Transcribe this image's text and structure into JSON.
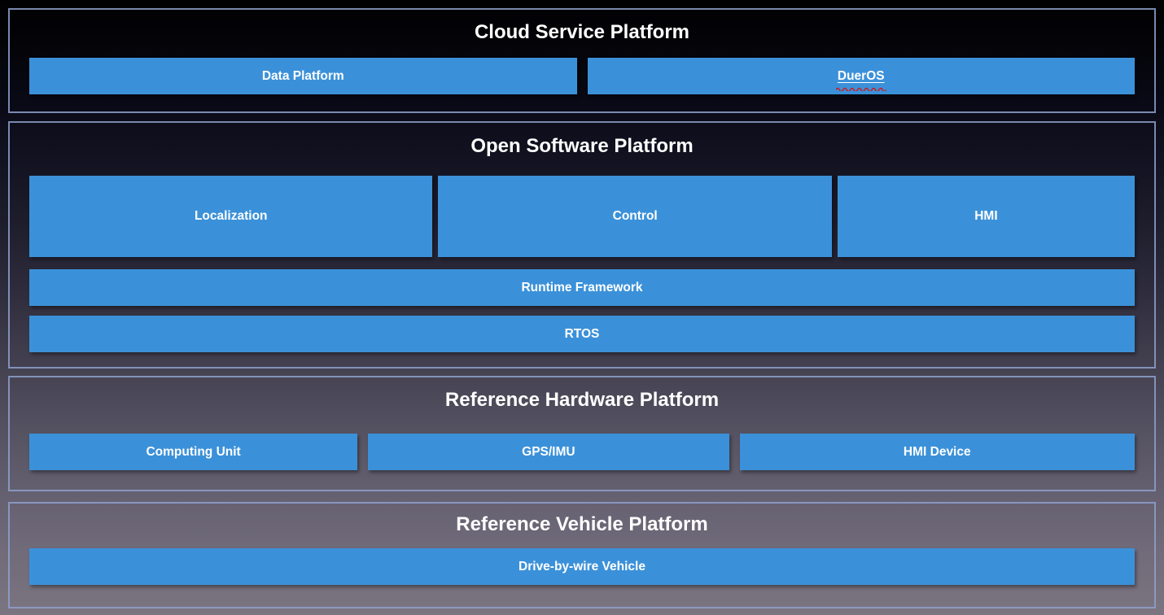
{
  "diagram": {
    "cloud": {
      "title": "Cloud Service Platform",
      "data_platform": "Data Platform",
      "dueros": "DuerOS"
    },
    "software": {
      "title": "Open Software Platform",
      "localization": "Localization",
      "control": "Control",
      "hmi": "HMI",
      "runtime": "Runtime Framework",
      "rtos": "RTOS"
    },
    "hardware": {
      "title": "Reference Hardware Platform",
      "computing_unit": "Computing Unit",
      "gps_imu": "GPS/IMU",
      "hmi_device": "HMI Device"
    },
    "vehicle": {
      "title": "Reference Vehicle Platform",
      "drive_by_wire": "Drive-by-wire Vehicle"
    }
  },
  "colors": {
    "box_fill": "#3b91d9",
    "section_border": "#8ea0cd",
    "title_text": "#ffffff",
    "box_text": "#ffffff",
    "spellcheck_underline": "#d21a1a",
    "background_top": "#010103",
    "background_bottom": "#7b7581"
  }
}
